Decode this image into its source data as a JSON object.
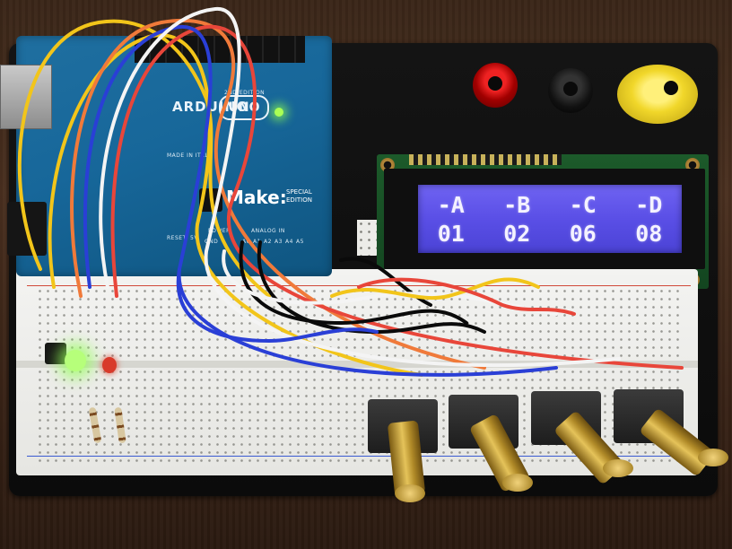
{
  "board": {
    "brand": "ARDUINO",
    "model": "UNO",
    "edition_top": "2ND EDITION",
    "made_in": "MADE IN ITALY",
    "make_logo": "Make:",
    "special_edition": "SPECIAL EDITION",
    "power_label": "POWER",
    "analog_label": "ANALOG IN",
    "gnd_label": "GND",
    "reset_label": "RESET",
    "v5_label": "5V",
    "pin_labels": [
      "A0",
      "A1",
      "A2",
      "A3",
      "A4",
      "A5"
    ]
  },
  "lcd": {
    "row1": [
      "-A",
      "-B",
      "-C",
      "-D"
    ],
    "row2": [
      "01",
      "02",
      "06",
      "08"
    ]
  },
  "colors": {
    "lcd_background": "#5a4fe6",
    "lcd_text": "#f4f2ff",
    "board_blue": "#17679a",
    "breadboard": "#eeeeea",
    "wire_red": "#e8463a",
    "wire_orange": "#f07a3a",
    "wire_yellow": "#f2c51a",
    "wire_blue": "#2a3fd6",
    "wire_black": "#0a0a0a",
    "wire_white": "#f4f4f4"
  }
}
